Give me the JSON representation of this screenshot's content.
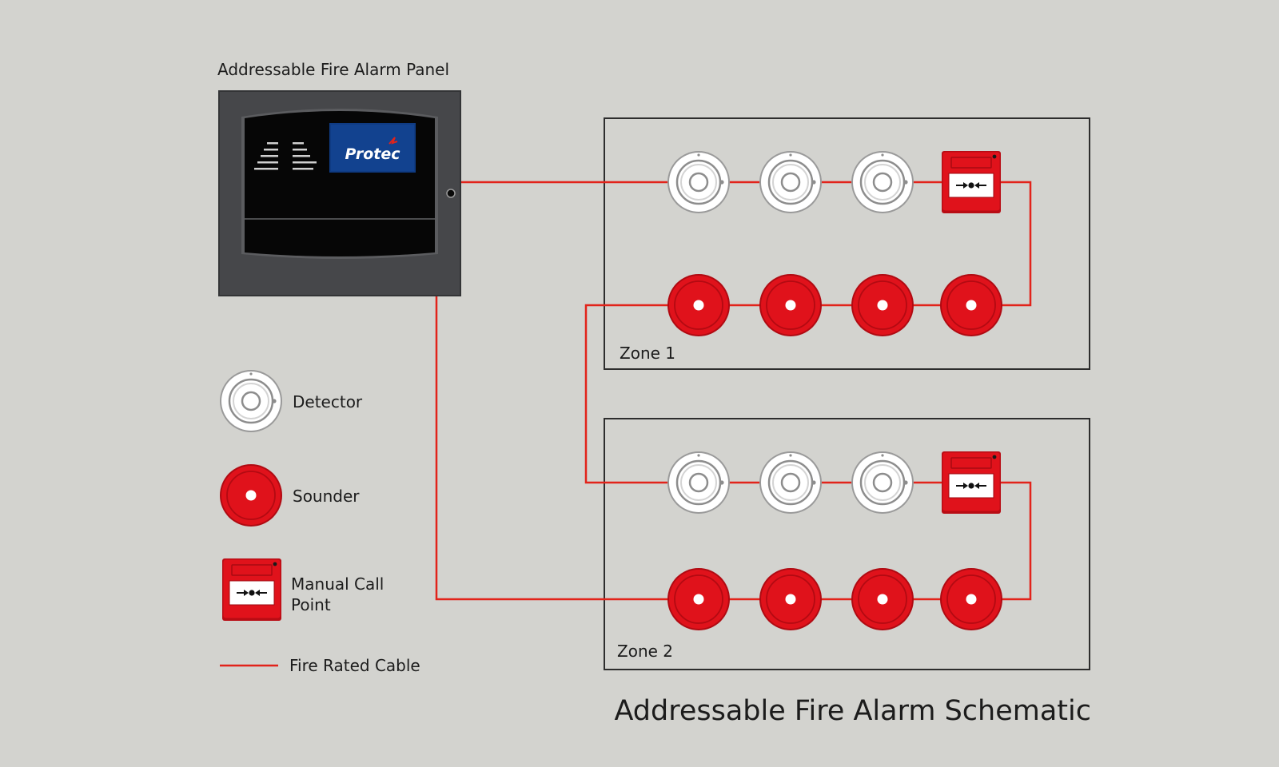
{
  "panel": {
    "title": "Addressable Fire Alarm Panel",
    "brand": "Protec"
  },
  "zones": [
    {
      "label": "Zone 1"
    },
    {
      "label": "Zone 2"
    }
  ],
  "legend": {
    "detector": "Detector",
    "sounder": "Sounder",
    "manual_call_point_line1": "Manual Call",
    "manual_call_point_line2": "Point",
    "cable": "Fire Rated Cable"
  },
  "diagram_title": "Addressable Fire Alarm Schematic",
  "colors": {
    "background": "#d3d3cf",
    "cable": "#e2231a",
    "device_red": "#e0121b",
    "panel_body": "#444548",
    "panel_screen": "#060606",
    "brand_badge": "#12428f",
    "zone_border": "#2d2d2d"
  }
}
